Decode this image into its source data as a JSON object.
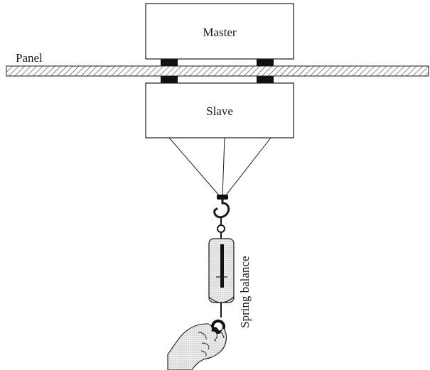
{
  "labels": {
    "master": "Master",
    "panel": "Panel",
    "slave": "Slave",
    "spring_balance": "Spring balance"
  },
  "colors": {
    "stroke": "#1a1a1a",
    "hatch": "#3a3a3a",
    "pad": "#111111",
    "balance_fill": "#e6e6e6",
    "hand_fill": "#d9d9d9"
  }
}
